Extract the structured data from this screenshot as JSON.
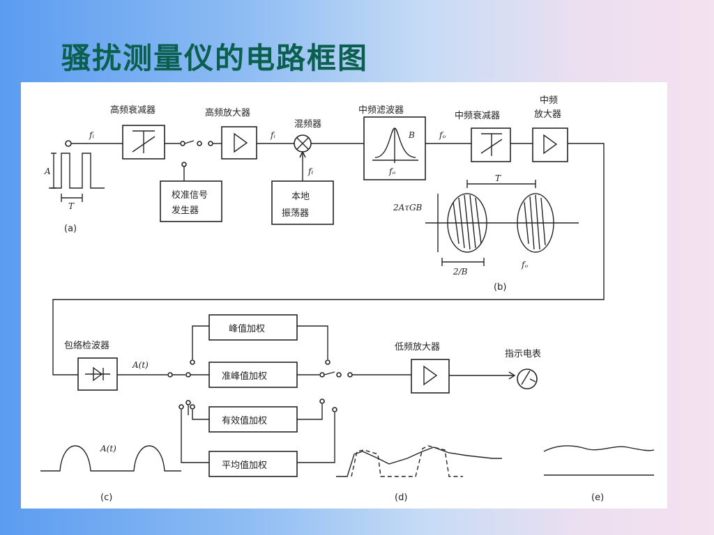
{
  "slide": {
    "title": "骚扰测量仪的电路框图"
  },
  "diagram": {
    "blocks": {
      "hf_attenuator": "高频衰减器",
      "hf_amplifier": "高频放大器",
      "mixer": "混频器",
      "if_filter": "中频滤波器",
      "if_attenuator": "中频衰减器",
      "if_amplifier_line1": "中频",
      "if_amplifier_line2": "放大器",
      "calibration_line1": "校准信号",
      "calibration_line2": "发生器",
      "local_osc_line1": "本地",
      "local_osc_line2": "振荡器",
      "envelope_detector": "包络检波器",
      "peak_weighting": "峰值加权",
      "quasi_peak_weighting": "准峰值加权",
      "rms_weighting": "有效值加权",
      "average_weighting": "平均值加权",
      "lf_amplifier": "低频放大器",
      "indicator_meter": "指示电表"
    },
    "signal_labels": {
      "fi_in": "fᵢ",
      "fi_mid": "fᵢ",
      "fl": "fₗ",
      "fo": "fₒ",
      "fo_filter": "fₒ",
      "fo_burst": "fₒ",
      "b": "B",
      "amplitude": "A",
      "period": "T",
      "period_b": "T",
      "two_a_tgb": "2AτGB",
      "two_over_b": "2/B",
      "at_mid": "A(t)",
      "at_wave": "A(t)"
    },
    "captions": {
      "a": "(a)",
      "b": "(b)",
      "c": "(c)",
      "d": "(d)",
      "e": "(e)"
    }
  }
}
